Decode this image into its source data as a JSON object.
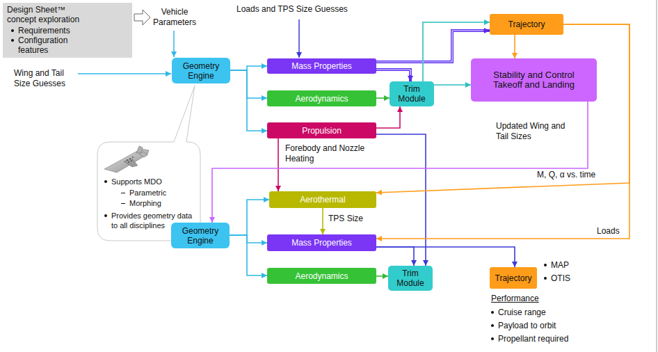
{
  "diagram": {
    "nodes": [
      {
        "text": [
          "Design Sheet™ concept exploration",
          "Requirements",
          "Configuration features"
        ]
      },
      {
        "text": [
          "Geometry Engine"
        ]
      },
      {
        "text": [
          "Mass Properties"
        ]
      },
      {
        "text": [
          "Aerodynamics"
        ]
      },
      {
        "text": [
          "Propulsion"
        ]
      },
      {
        "text": [
          "Trim Module"
        ]
      },
      {
        "text": [
          "Trajectory"
        ]
      },
      {
        "text": [
          "Stability and Control",
          "Takeoff and Landing"
        ]
      },
      {
        "text": [
          "Supports MDO",
          "Parametric",
          "Morphing",
          "Provides geometry data to all disciplines"
        ]
      },
      {
        "text": [
          "Aerothermal"
        ]
      },
      {
        "text": [
          "Geometry Engine"
        ]
      },
      {
        "text": [
          "Mass Properties"
        ]
      },
      {
        "text": [
          "Aerodynamics"
        ]
      },
      {
        "text": [
          "Trim Module"
        ]
      },
      {
        "text": [
          "Trajectory"
        ]
      }
    ],
    "edges": [
      {
        "from": 1,
        "to": 2,
        "arrow": "to"
      },
      {
        "from": 1,
        "to": 3,
        "arrow": "to"
      },
      {
        "from": 1,
        "to": 4,
        "arrow": "to"
      },
      {
        "from": 2,
        "to": 5,
        "arrow": "to"
      },
      {
        "from": 2,
        "to": 6,
        "arrow": "to"
      },
      {
        "from": 3,
        "to": 5,
        "arrow": "to"
      },
      {
        "from": 4,
        "to": 5,
        "arrow": "to"
      },
      {
        "from": 4,
        "to": 9,
        "arrow": "to"
      },
      {
        "from": 4,
        "to": 13,
        "arrow": "to"
      },
      {
        "from": 5,
        "to": 6,
        "arrow": "to"
      },
      {
        "from": 5,
        "to": 7,
        "arrow": "to"
      },
      {
        "from": 6,
        "to": 7,
        "arrow": "to"
      },
      {
        "from": 6,
        "to": 9,
        "arrow": "to"
      },
      {
        "from": 6,
        "to": 11,
        "arrow": "to"
      },
      {
        "from": 7,
        "to": 10,
        "arrow": "to"
      },
      {
        "from": 9,
        "to": 11,
        "arrow": "to"
      },
      {
        "from": 10,
        "to": 9,
        "arrow": "to"
      },
      {
        "from": 10,
        "to": 11,
        "arrow": "to"
      },
      {
        "from": 10,
        "to": 12,
        "arrow": "to"
      },
      {
        "from": 11,
        "to": 13,
        "arrow": "to"
      },
      {
        "from": 11,
        "to": 14,
        "arrow": "to"
      },
      {
        "from": 12,
        "to": 13,
        "arrow": "to"
      }
    ],
    "labels": [
      "Vehicle Parameters",
      "Loads and TPS Size Guesses",
      "Wing and Tail Size Guesses",
      "Forebody and Nozzle Heating",
      "Updated Wing and Tail Sizes",
      "M, Q, α vs. time",
      "Loads",
      "TPS Size",
      "MAP",
      "OTIS",
      "Performance",
      "Cruise range",
      "Payload to orbit",
      "Propellant required"
    ]
  }
}
